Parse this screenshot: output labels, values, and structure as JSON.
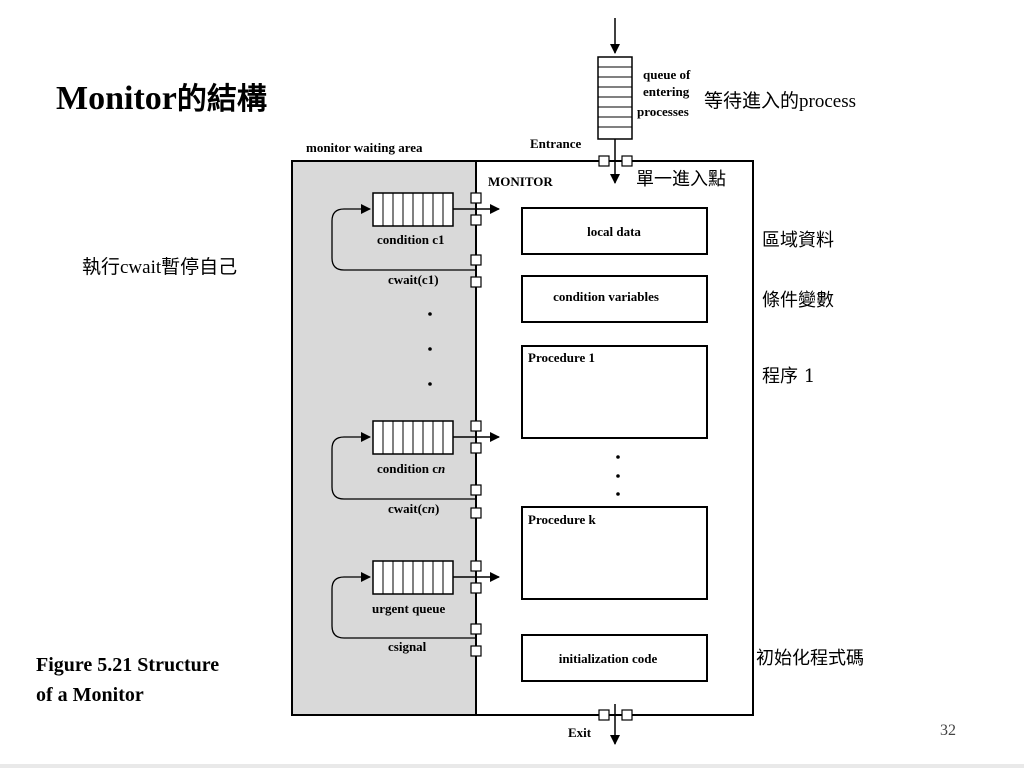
{
  "slide": {
    "title_latin": "Monitor",
    "title_cjk": "的結構",
    "caption_line1": "Figure 5.21 Structure",
    "caption_line2": "of a Monitor",
    "page_number": "32"
  },
  "annotations": {
    "entering_process": "等待進入的process",
    "single_entry": "單一進入點",
    "local_data": "區域資料",
    "condition_variables": "條件變數",
    "procedure1": "程序 1",
    "cwait_self": "執行cwait暫停自己",
    "init_code": "初始化程式碼"
  },
  "diagram": {
    "queue_label": [
      "queue of",
      "entering",
      "processes"
    ],
    "entrance": "Entrance",
    "exit": "Exit",
    "waiting_area": "monitor waiting area",
    "monitor": "MONITOR",
    "condition_c1": "condition c1",
    "cwait_c1": "cwait(c1)",
    "condition_cn_prefix": "condition c",
    "cwait_cn_prefix": "cwait(c",
    "cwait_cn_suffix": ")",
    "italic_n": "n",
    "urgent_queue": "urgent queue",
    "csignal": "csignal",
    "local_data": "local data",
    "condition_variables": "condition variables",
    "procedure_1": "Procedure 1",
    "procedure_k": "Procedure k",
    "initialization_code": "initialization code"
  }
}
